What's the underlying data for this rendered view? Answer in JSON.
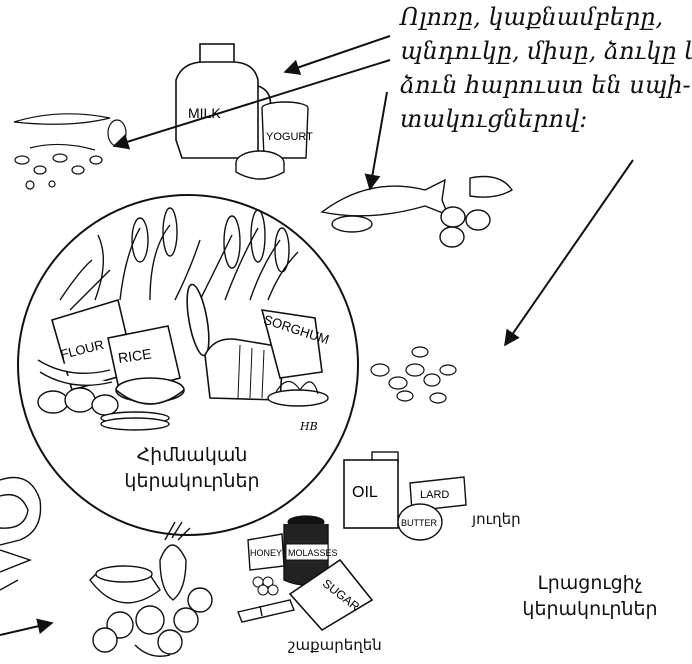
{
  "caption": {
    "lines": [
      "Ոլոռը, կաքնամբերը,",
      "պնդուկը, միսը, ձուկը և",
      "ձուն հարուստ են սպի-",
      "տակուցներով:"
    ]
  },
  "food_labels": {
    "milk": "MILK",
    "yogurt": "YOGURT",
    "flour": "FLOUR",
    "rice": "RICE",
    "sorghum": "SORGHUM",
    "oil": "OIL",
    "lard": "LARD",
    "butter": "BUTTER",
    "honey": "HONEY",
    "molasses": "MOLASSES",
    "sugar": "SUGAR",
    "initials": "HB"
  },
  "labels": {
    "core_line1": "Հիմնական",
    "core_line2": "կերակուրներ",
    "fats": "յուղեր",
    "suppl_line1": "Լրացուցիչ",
    "suppl_line2": "կերակուրներ",
    "sugars": "շաքարեղեն"
  }
}
